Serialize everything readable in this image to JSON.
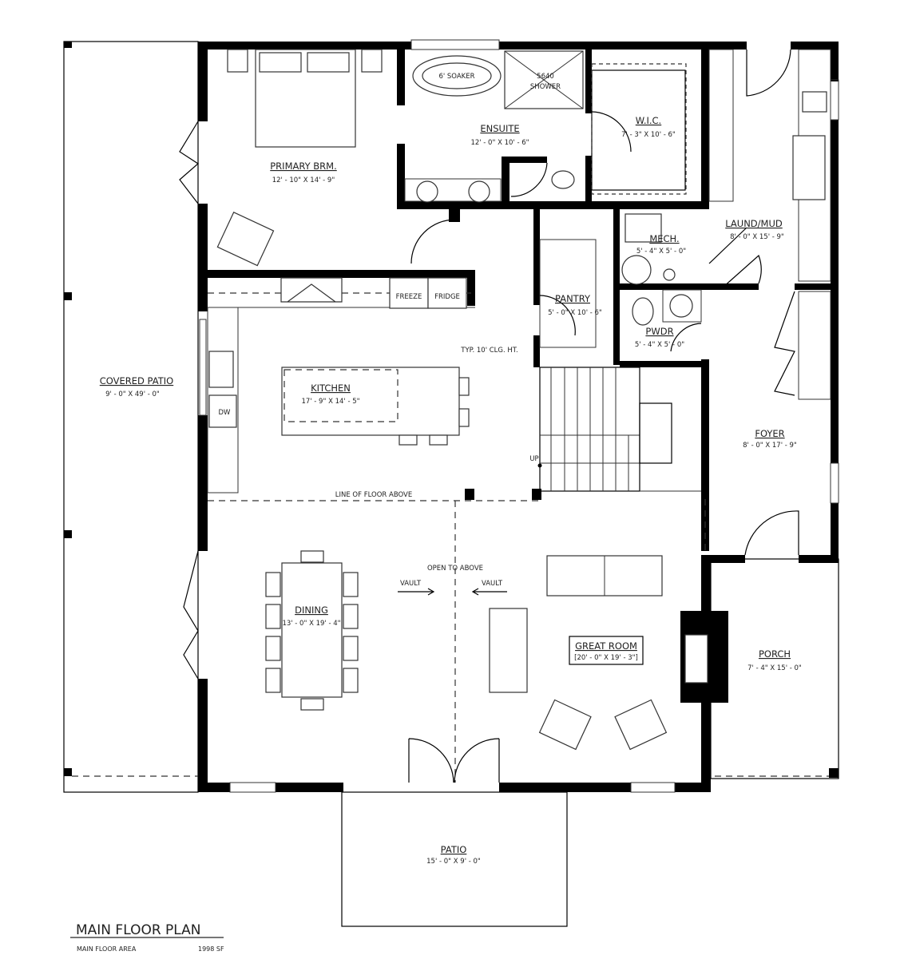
{
  "rooms": {
    "primary": {
      "name": "PRIMARY BRM.",
      "dims": "12' - 10\" X 14' - 9\""
    },
    "ensuite": {
      "name": "ENSUITE",
      "dims": "12' - 0\" X 10' - 6\""
    },
    "wic": {
      "name": "W.I.C.",
      "dims": "7' - 3\" X 10' - 6\""
    },
    "laund": {
      "name": "LAUND/MUD",
      "dims": "8' - 0\" X 15' - 9\""
    },
    "mech": {
      "name": "MECH.",
      "dims": "5' - 4\" X 5' - 0\""
    },
    "pantry": {
      "name": "PANTRY",
      "dims": "5' - 0\" X 10' - 6\""
    },
    "pwdr": {
      "name": "PWDR",
      "dims": "5' - 4\" X 5' - 0\""
    },
    "kitchen": {
      "name": "KITCHEN",
      "dims": "17' - 9\" X 14' - 5\""
    },
    "covered_patio": {
      "name": "COVERED PATIO",
      "dims": "9' - 0\" X 49' - 0\""
    },
    "foyer": {
      "name": "FOYER",
      "dims": "8' - 0\" X 17' - 9\""
    },
    "dining": {
      "name": "DINING",
      "dims": "13' - 0\" X 19' - 4\""
    },
    "great_room": {
      "name": "GREAT ROOM",
      "dims": "[20' - 0\" X 19' - 3\"]"
    },
    "porch": {
      "name": "PORCH",
      "dims": "7' - 4\" X 15' - 0\""
    },
    "patio": {
      "name": "PATIO",
      "dims": "15' - 0\" X 9' - 0\""
    }
  },
  "fixtures": {
    "soaker": "6' SOAKER",
    "shower_size": "5640",
    "shower": "SHOWER",
    "freeze": "FREEZE",
    "fridge": "FRIDGE",
    "dw": "DW",
    "up": "UP"
  },
  "notes": {
    "ceiling": "TYP. 10' CLG. HT.",
    "floor_above": "LINE OF FLOOR ABOVE",
    "open_above": "OPEN TO ABOVE",
    "vault_left": "VAULT",
    "vault_right": "VAULT"
  },
  "title_block": {
    "title": "MAIN FLOOR PLAN",
    "area_label": "MAIN FLOOR AREA",
    "area_value": "1998 SF"
  }
}
